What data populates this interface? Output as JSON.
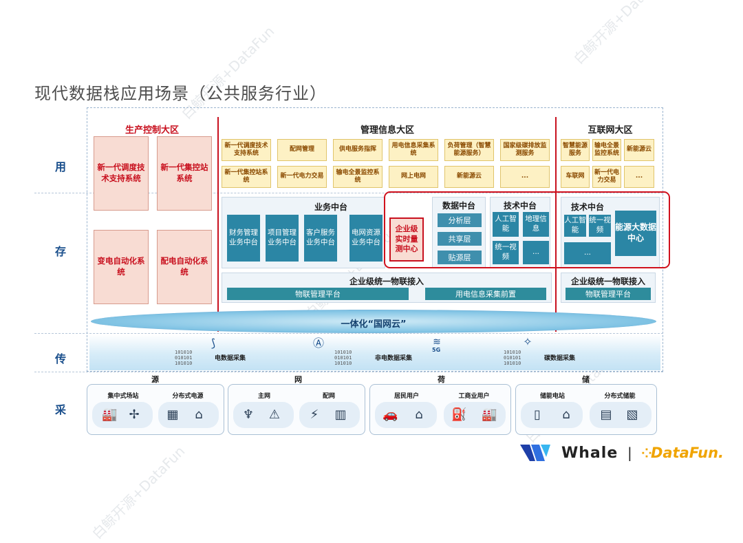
{
  "title": "现代数据栈应用场景（公共服务行业）",
  "rows": [
    "用",
    "存",
    "传",
    "采"
  ],
  "sections": {
    "production": "生产控制大区",
    "management": "管理信息大区",
    "internet": "互联网大区"
  },
  "production_boxes": [
    "新一代调度技术支持系统",
    "新一代集控站系统",
    "变电自动化系统",
    "配电自动化系统"
  ],
  "management_apps": [
    "新一代调度技术支持系统",
    "配网管理",
    "供电服务指挥",
    "用电信息采集系统",
    "负荷管理（智慧能源服务）",
    "国家级碳排放监测服务",
    "新一代集控站系统",
    "新一代电力交易",
    "输电全景监控系统",
    "网上电网",
    "新能源云",
    "..."
  ],
  "internet_apps": [
    "智慧能源服务",
    "输电全景监控系统",
    "新能源云",
    "车联网",
    "新一代电力交易",
    "..."
  ],
  "business_platform": {
    "title": "业务中台",
    "items": [
      "财务管理业务中台",
      "项目管理业务中台",
      "客户服务业务中台",
      "电网资源业务中台"
    ],
    "highlight": "企业级实时量测中心"
  },
  "data_platform": {
    "title": "数据中台",
    "items": [
      "分析层",
      "共享层",
      "贴源层"
    ]
  },
  "tech_platform": {
    "title": "技术中台",
    "items": [
      "人工智能",
      "地理信息",
      "统一视频",
      "..."
    ]
  },
  "tech_platform_internet": {
    "title": "技术中台",
    "items": [
      "人工智能",
      "统一视频",
      "..."
    ],
    "big": "能源大数据中心"
  },
  "iot": {
    "title": "企业级统一物联接入",
    "items": [
      "物联管理平台",
      "用电信息采集前置"
    ],
    "title2": "企业级统一物联接入",
    "item2": "物联管理平台"
  },
  "cloud": "一体化“国网云”",
  "transfer": [
    "电数据采集",
    "非电数据采集",
    "碳数据采集"
  ],
  "transfer_bits": "101010\n010101\n101010",
  "fiveg": "5G",
  "collect": {
    "headers": [
      "源",
      "网",
      "荷",
      "储"
    ],
    "groups": [
      {
        "subs": [
          "集中式场站",
          "分布式电源"
        ]
      },
      {
        "subs": [
          "主网",
          "配网"
        ]
      },
      {
        "subs": [
          "居民用户",
          "工商业用户"
        ]
      },
      {
        "subs": [
          "储能电站",
          "分布式储能"
        ]
      }
    ]
  },
  "logo": {
    "whale": "Whale",
    "sep": "|",
    "datafun": "DataFun."
  },
  "watermark": "白鲸开源+DataFun",
  "colors": {
    "red": "#c8101e",
    "teal": "#2b86a5",
    "blue": "#1a4f8c"
  }
}
